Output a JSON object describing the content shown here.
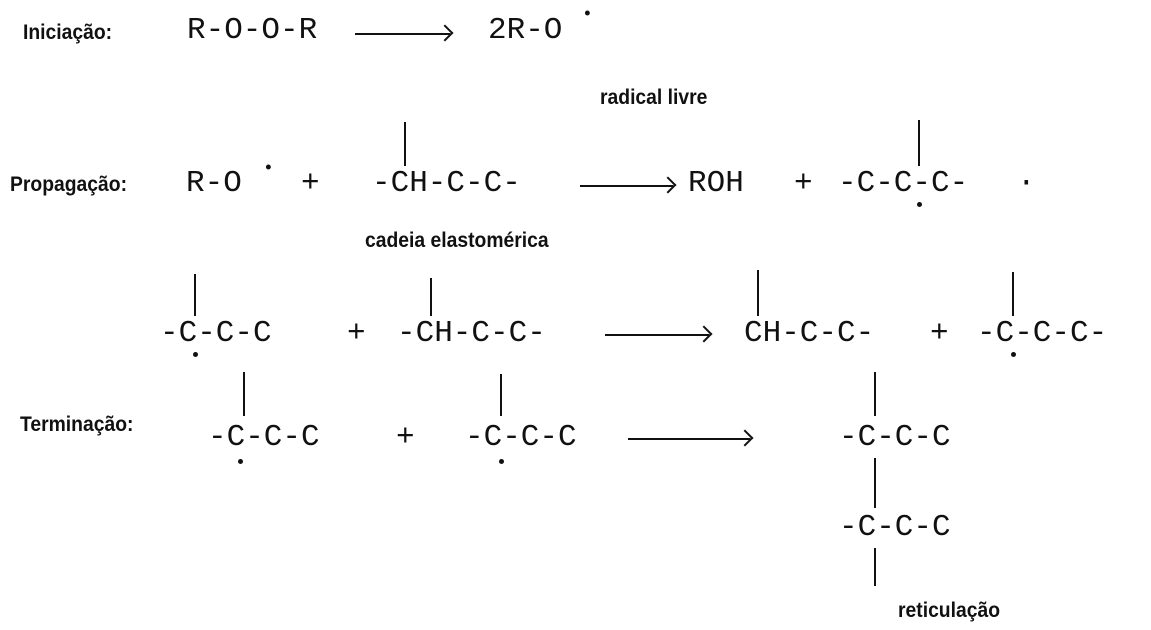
{
  "stages": {
    "initiation": "Iniciação:",
    "propagation": "Propagação:",
    "termination": "Terminação:"
  },
  "annotations": {
    "free_radical": "radical livre",
    "elastomer_chain": "cadeia elastomérica",
    "crosslinking": "reticulação"
  },
  "initiation": {
    "reactant": "R-O-O-R",
    "product": "2R-O",
    "product_radical": "•"
  },
  "propagation_1": {
    "reactant_a": "R-O",
    "reactant_a_radical": "•",
    "plus_1": "+",
    "reactant_b": "-CH-C-C-",
    "product_a": "ROH",
    "plus_2": "+",
    "product_b": "-C-C-C-",
    "trailing_mark": "·"
  },
  "propagation_2": {
    "reactant_a": "-C-C-C",
    "plus_1": "+",
    "reactant_b": "-CH-C-C-",
    "product_a": "CH-C-C-",
    "plus_2": "+",
    "product_b": "-C-C-C-"
  },
  "termination": {
    "reactant_a": "-C-C-C",
    "plus": "+",
    "reactant_b": "-C-C-C",
    "product_top": "-C-C-C",
    "product_bottom": "-C-C-C"
  }
}
